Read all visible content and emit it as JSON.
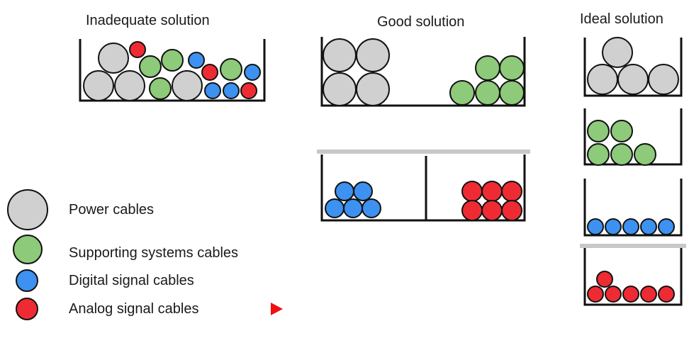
{
  "titles": {
    "inadequate": "Inadequate solution",
    "good": "Good solution",
    "ideal": "Ideal solution"
  },
  "legend": [
    {
      "label": "Power cables",
      "color": "#d0d0d0"
    },
    {
      "label": "Supporting systems cables",
      "color": "#8dca7a"
    },
    {
      "label": "Digital signal cables",
      "color": "#3d91f0"
    },
    {
      "label": "Analog signal cables",
      "color": "#ee2b33"
    }
  ],
  "colors": {
    "power": "#d0d0d0",
    "support": "#8dca7a",
    "digital": "#3d91f0",
    "analog": "#ee2b33",
    "tray": "#111111",
    "cover": "#c8c8c8",
    "arrow": "#ee1111"
  },
  "icons": {
    "next": "play-triangle-icon"
  }
}
